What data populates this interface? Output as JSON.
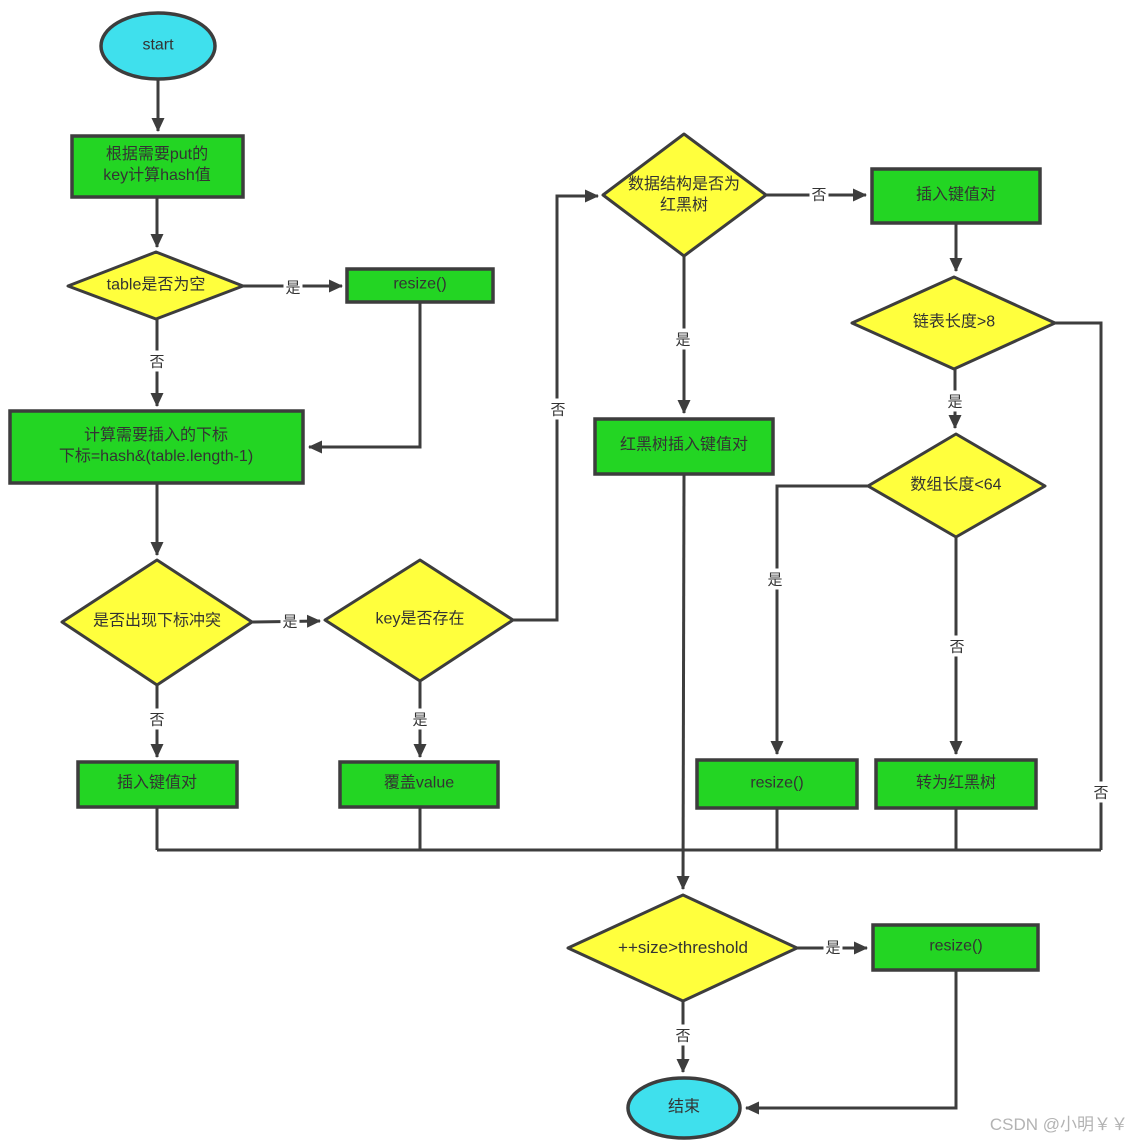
{
  "title": "HashMap put flowchart",
  "watermark": "CSDN @小明￥￥",
  "colors": {
    "process": "#23d523",
    "decision": "#ffff3d",
    "terminal": "#3fe0ed",
    "line": "#3d3d3d",
    "text": "#333333",
    "watermark": "#b3b3b3"
  },
  "nodes": {
    "start": {
      "label": "start",
      "type": "terminal"
    },
    "compute_hash": {
      "line1": "根据需要put的",
      "line2": "key计算hash值",
      "type": "process"
    },
    "table_empty": {
      "label": "table是否为空",
      "type": "decision"
    },
    "resize_top": {
      "label": "resize()",
      "type": "process"
    },
    "calc_index": {
      "line1": "计算需要插入的下标",
      "line2": "下标=hash&(table.length-1)",
      "type": "process"
    },
    "index_conflict": {
      "label": "是否出现下标冲突",
      "type": "decision"
    },
    "key_exists": {
      "label": "key是否存在",
      "type": "decision"
    },
    "insert_kv_left": {
      "label": "插入键值对",
      "type": "process"
    },
    "overwrite_value": {
      "label": "覆盖value",
      "type": "process"
    },
    "rbt_check": {
      "line1": "数据结构是否为",
      "line2": "红黑树",
      "type": "decision"
    },
    "insert_kv_right": {
      "label": "插入键值对",
      "type": "process"
    },
    "list_len_check": {
      "label": "链表长度>8",
      "type": "decision"
    },
    "rbt_insert": {
      "label": "红黑树插入键值对",
      "type": "process"
    },
    "array_len_check": {
      "label": "数组长度<64",
      "type": "decision"
    },
    "resize_mid": {
      "label": "resize()",
      "type": "process"
    },
    "to_rbt": {
      "label": "转为红黑树",
      "type": "process"
    },
    "size_check": {
      "label": "++size>threshold",
      "type": "decision"
    },
    "resize_bottom": {
      "label": "resize()",
      "type": "process"
    },
    "end": {
      "label": "结束",
      "type": "terminal"
    }
  },
  "edges": [
    {
      "from": "start",
      "to": "compute_hash",
      "label": ""
    },
    {
      "from": "compute_hash",
      "to": "table_empty",
      "label": ""
    },
    {
      "from": "table_empty",
      "to": "resize_top",
      "label": "是"
    },
    {
      "from": "table_empty",
      "to": "calc_index",
      "label": "否"
    },
    {
      "from": "resize_top",
      "to": "calc_index",
      "label": ""
    },
    {
      "from": "calc_index",
      "to": "index_conflict",
      "label": ""
    },
    {
      "from": "index_conflict",
      "to": "key_exists",
      "label": "是"
    },
    {
      "from": "index_conflict",
      "to": "insert_kv_left",
      "label": "否"
    },
    {
      "from": "key_exists",
      "to": "overwrite_value",
      "label": "是"
    },
    {
      "from": "key_exists",
      "to": "rbt_check",
      "label": "否"
    },
    {
      "from": "rbt_check",
      "to": "insert_kv_right",
      "label": "否"
    },
    {
      "from": "rbt_check",
      "to": "rbt_insert",
      "label": "是"
    },
    {
      "from": "insert_kv_right",
      "to": "list_len_check",
      "label": ""
    },
    {
      "from": "list_len_check",
      "to": "array_len_check",
      "label": "是"
    },
    {
      "from": "list_len_check",
      "to": "size_check",
      "label": "否"
    },
    {
      "from": "array_len_check",
      "to": "resize_mid",
      "label": "是"
    },
    {
      "from": "array_len_check",
      "to": "to_rbt",
      "label": "否"
    },
    {
      "from": "size_check",
      "to": "resize_bottom",
      "label": "是"
    },
    {
      "from": "size_check",
      "to": "end",
      "label": "否"
    },
    {
      "from": "resize_bottom",
      "to": "end",
      "label": ""
    },
    {
      "from": "rbt_insert",
      "to": "size_check",
      "label": ""
    },
    {
      "from": "insert_kv_left",
      "to": "size_check",
      "label": ""
    },
    {
      "from": "overwrite_value",
      "to": "size_check",
      "label": ""
    },
    {
      "from": "resize_mid",
      "to": "size_check",
      "label": ""
    },
    {
      "from": "to_rbt",
      "to": "size_check",
      "label": ""
    }
  ]
}
